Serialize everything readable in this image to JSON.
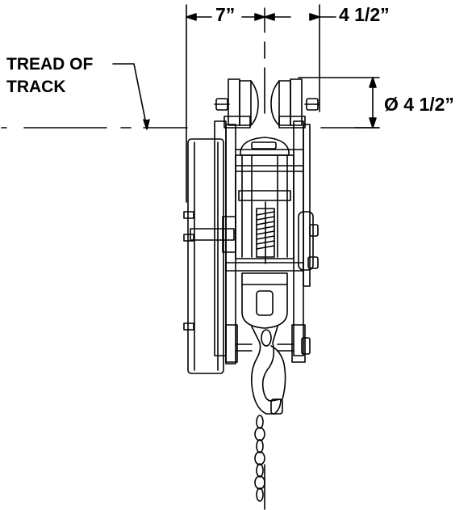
{
  "dimensions": {
    "width_label": "7”",
    "offset_label": "4 1/2”",
    "wheel_diameter_label": "Ø 4 1/2”"
  },
  "callout": {
    "line1": "TREAD OF",
    "line2": "TRACK"
  },
  "colors": {
    "ink": "#000000",
    "paper": "#ffffff"
  }
}
